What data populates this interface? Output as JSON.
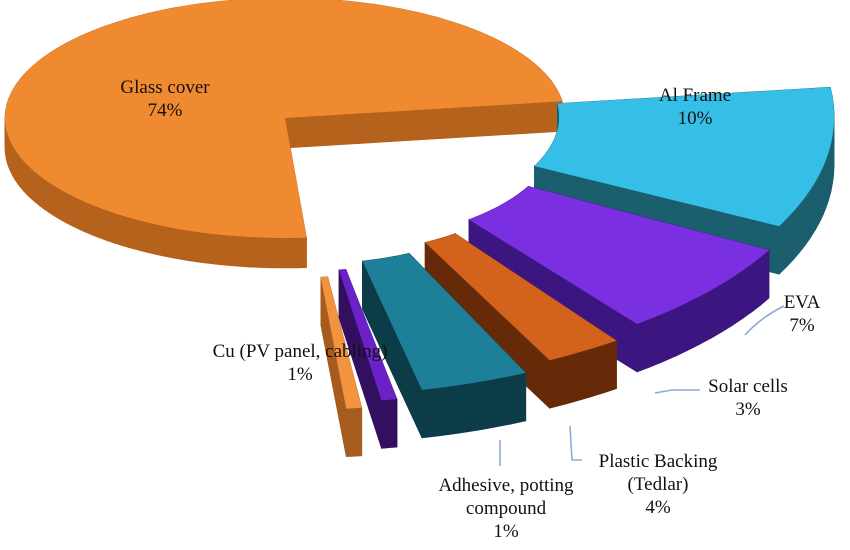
{
  "chart_data": {
    "type": "pie",
    "style": "3d-exploded",
    "title": "",
    "slices": [
      {
        "label": "Al Frame",
        "value": 10,
        "pct": "10%",
        "color": "#35BFE6",
        "side": "#1B5E6E"
      },
      {
        "label": "EVA",
        "value": 7,
        "pct": "7%",
        "color": "#7A2FE0",
        "side": "#3C1680"
      },
      {
        "label": "Solar cells",
        "value": 3,
        "pct": "3%",
        "color": "#D2621C",
        "side": "#672A08"
      },
      {
        "label": "Plastic Backing (Tedlar)",
        "value": 4,
        "pct": "4%",
        "color": "#1D7F98",
        "side": "#0D3C49"
      },
      {
        "label": "Adhesive, potting compound",
        "value": 1,
        "pct": "1%",
        "color": "#6A22C8",
        "side": "#33105F"
      },
      {
        "label": "Cu  (PV panel, cabling)",
        "value": 1,
        "pct": "1%",
        "color": "#F2943E",
        "side": "#A65C1E"
      },
      {
        "label": "Glass cover",
        "value": 74,
        "pct": "74%",
        "color": "#F08A30",
        "side": "#B5621D"
      }
    ],
    "labels": {
      "glass": {
        "line1": "Glass cover",
        "pct": "74%"
      },
      "al": {
        "line1": "Al Frame",
        "pct": "10%"
      },
      "eva": {
        "line1": "EVA",
        "pct": "7%"
      },
      "solar": {
        "line1": "Solar cells",
        "pct": "3%"
      },
      "plastic": {
        "line1": "Plastic Backing",
        "line2": "(Tedlar)",
        "pct": "4%"
      },
      "adhesive": {
        "line1": "Adhesive, potting",
        "line2": "compound",
        "pct": "1%"
      },
      "cu": {
        "line1": "Cu  (PV panel, cabling)",
        "pct": "1%"
      }
    },
    "leader_color": "#8EA9D8"
  }
}
